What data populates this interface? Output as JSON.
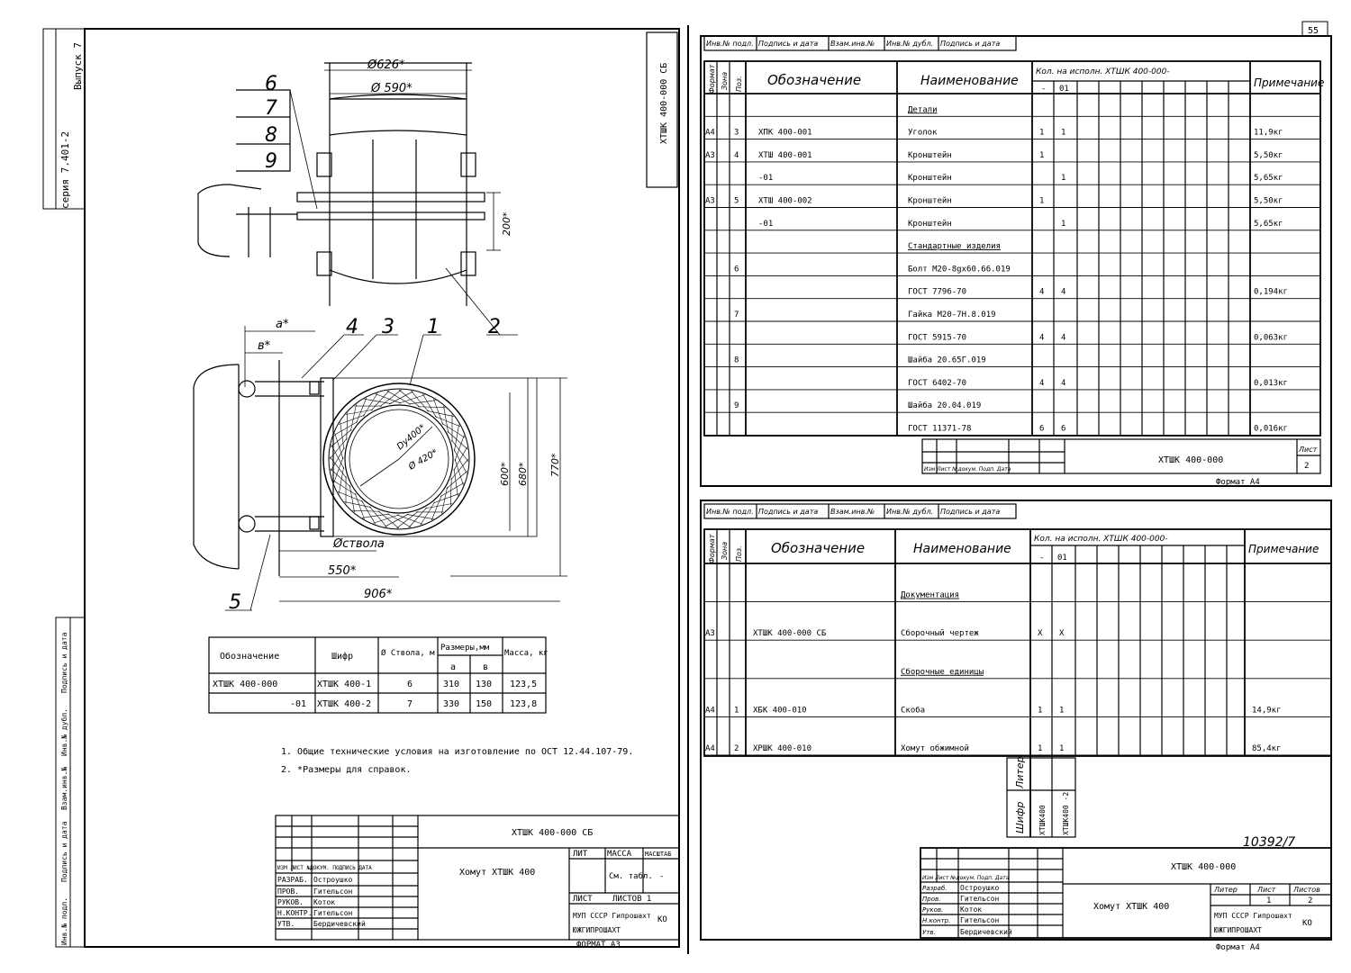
{
  "sheet_number": "55",
  "series_label": "серия 7.401-2",
  "issue_label": "Выпуск 7",
  "drawing": {
    "code_vertical": "ХТШК 400-000 СБ",
    "dim_626": "Ø626*",
    "dim_590": "Ø 590*",
    "dim_200": "200*",
    "dim_a": "a*",
    "dim_b": "в*",
    "dim_dy": "Dy400*",
    "dim_420": "Ø 420*",
    "dim_600": "600*",
    "dim_680": "680*",
    "dim_770": "770*",
    "dim_550": "550*",
    "dim_906": "906*",
    "dim_stvola": "Øствола",
    "pos_6": "6",
    "pos_7": "7",
    "pos_8": "8",
    "pos_9": "9",
    "pos_4": "4",
    "pos_3": "3",
    "pos_1": "1",
    "pos_2": "2",
    "pos_5": "5"
  },
  "size_table": {
    "headers": [
      "Обозначение",
      "Шифр",
      "Ø Ствола, м",
      "Размеры,мм",
      "a",
      "в",
      "Масса, кг"
    ],
    "rows": [
      [
        "ХТШК 400-000",
        "ХТШК 400-1",
        "6",
        "310",
        "130",
        "123,5"
      ],
      [
        "-01",
        "ХТШК 400-2",
        "7",
        "330",
        "150",
        "123,8"
      ]
    ]
  },
  "notes": [
    "1. Общие технические условия на изготовление по ОСТ 12.44.107-79.",
    "2. *Размеры для справок."
  ],
  "stamp_left": {
    "code": "ХТШК 400-000 СБ",
    "title": "Хомут ХТШК 400",
    "lit": "ЛИТ",
    "mass": "МАССА",
    "scale": "МАСШТАБ",
    "mass_val": "См. табл.",
    "scale_val": "-",
    "list": "ЛИСТ",
    "listov": "ЛИСТОВ 1",
    "org": "МУП СССР Гипрошахт",
    "org2": "ЮЖГИПРОШАХТ",
    "ko": "КО",
    "format": "ФОРМАТ А3",
    "roles": [
      "ИЗМ ЛИСТ №ДОКУМ. ПОДПИСЬ ДАТА",
      "РАЗРАБ.",
      "ПРОВ.",
      "РУКОВ.",
      "Н.КОНТР.",
      "УТВ."
    ],
    "names": [
      "Остроушко",
      "Гительсон",
      "Коток",
      "Гительсон",
      "Бердичевский"
    ]
  },
  "left_margin_labels": [
    "Инв.№ подл.",
    "Подпись и дата",
    "Взам.инв.№",
    "Инв.№ дубл.",
    "Подпись и дата"
  ],
  "spec1": {
    "top_labels": [
      "Инв.№ подл.",
      "Подпись и дата",
      "Взам.инв.№",
      "Инв.№ дубл.",
      "Подпись и дата"
    ],
    "h_format": "Формат",
    "h_zone": "Зона",
    "h_pos": "Поз.",
    "h_designation": "Обозначение",
    "h_name": "Наименование",
    "h_qty": "Кол. на исполн. ХТШК 400-000-",
    "h_dash": "-",
    "h_01": "01",
    "h_note": "Примечание",
    "rows": [
      {
        "fmt": "",
        "pos": "",
        "des": "",
        "name": "Детали",
        "q1": "",
        "q2": "",
        "note": ""
      },
      {
        "fmt": "А4",
        "pos": "3",
        "des": "ХПК 400-001",
        "name": "Уголок",
        "q1": "1",
        "q2": "1",
        "note": "11,9кг"
      },
      {
        "fmt": "А3",
        "pos": "4",
        "des": "ХТШ 400-001",
        "name": "Кронштейн",
        "q1": "1",
        "q2": "",
        "note": "5,50кг"
      },
      {
        "fmt": "",
        "pos": "",
        "des": "-01",
        "name": "Кронштейн",
        "q1": "",
        "q2": "1",
        "note": "5,65кг"
      },
      {
        "fmt": "А3",
        "pos": "5",
        "des": "ХТШ 400-002",
        "name": "Кронштейн",
        "q1": "1",
        "q2": "",
        "note": "5,50кг"
      },
      {
        "fmt": "",
        "pos": "",
        "des": "-01",
        "name": "Кронштейн",
        "q1": "",
        "q2": "1",
        "note": "5,65кг"
      },
      {
        "fmt": "",
        "pos": "",
        "des": "",
        "name": "Стандартные изделия",
        "q1": "",
        "q2": "",
        "note": ""
      },
      {
        "fmt": "",
        "pos": "6",
        "des": "",
        "name": "Болт М20-8gx60.66.019",
        "q1": "",
        "q2": "",
        "note": ""
      },
      {
        "fmt": "",
        "pos": "",
        "des": "",
        "name": "ГОСТ 7796-70",
        "q1": "4",
        "q2": "4",
        "note": "0,194кг"
      },
      {
        "fmt": "",
        "pos": "7",
        "des": "",
        "name": "Гайка М20-7Н.8.019",
        "q1": "",
        "q2": "",
        "note": ""
      },
      {
        "fmt": "",
        "pos": "",
        "des": "",
        "name": "ГОСТ 5915-70",
        "q1": "4",
        "q2": "4",
        "note": "0,063кг"
      },
      {
        "fmt": "",
        "pos": "8",
        "des": "",
        "name": "Шайба 20.65Г.019",
        "q1": "",
        "q2": "",
        "note": ""
      },
      {
        "fmt": "",
        "pos": "",
        "des": "",
        "name": "ГОСТ 6402-70",
        "q1": "4",
        "q2": "4",
        "note": "0,013кг"
      },
      {
        "fmt": "",
        "pos": "9",
        "des": "",
        "name": "Шайба 20.04.019",
        "q1": "",
        "q2": "",
        "note": ""
      },
      {
        "fmt": "",
        "pos": "",
        "des": "",
        "name": "ГОСТ 11371-78",
        "q1": "6",
        "q2": "6",
        "note": "0,016кг"
      }
    ],
    "stamp_code": "ХТШК 400-000",
    "stamp_sheet_label": "Лист",
    "stamp_sheet": "2",
    "stamp_cols": "Изм Лист №докум. Подп. Дата",
    "format": "Формат А4"
  },
  "spec2": {
    "top_labels": [
      "Инв.№ подл.",
      "Подпись и дата",
      "Взам.инв.№",
      "Инв.№ дубл.",
      "Подпись и дата"
    ],
    "h_format": "Формат",
    "h_zone": "Зона",
    "h_pos": "Поз.",
    "h_designation": "Обозначение",
    "h_name": "Наименование",
    "h_qty": "Кол. на исполн. ХТШК 400-000-",
    "h_dash": "-",
    "h_01": "01",
    "h_note": "Примечание",
    "rows": [
      {
        "fmt": "",
        "pos": "",
        "des": "",
        "name": "Документация",
        "q1": "",
        "q2": "",
        "note": ""
      },
      {
        "fmt": "А3",
        "pos": "",
        "des": "ХТШК 400-000 СБ",
        "name": "Сборочный чертеж",
        "q1": "Х",
        "q2": "Х",
        "note": ""
      },
      {
        "fmt": "",
        "pos": "",
        "des": "",
        "name": "Сборочные единицы",
        "q1": "",
        "q2": "",
        "note": ""
      },
      {
        "fmt": "А4",
        "pos": "1",
        "des": "ХБК 400-010",
        "name": "Скоба",
        "q1": "1",
        "q2": "1",
        "note": "14,9кг"
      },
      {
        "fmt": "А4",
        "pos": "2",
        "des": "ХРШК 400-010",
        "name": "Хомут обжимной",
        "q1": "1",
        "q2": "1",
        "note": "85,4кг"
      }
    ],
    "shifr_label": "Шифр",
    "liter_label": "Литер",
    "shifr1": "ХТШК400",
    "shifr2": "ХТШК400 -2",
    "archive_no": "10392/7",
    "stamp_code": "ХТШК 400-000",
    "stamp_title": "Хомут ХТШК 400",
    "stamp_liter": "Литер",
    "stamp_list": "Лист",
    "stamp_listov": "Листов",
    "stamp_list_val": "1",
    "stamp_listov_val": "2",
    "roles": [
      "Разраб.",
      "Пров.",
      "Руков.",
      "Н.контр.",
      "Утв."
    ],
    "names": [
      "Остроушко",
      "Гительсон",
      "Коток",
      "Гительсон",
      "Бердичевский"
    ],
    "stamp_cols": "Изм Лист №докум. Подп. Дата",
    "org": "МУП СССР Гипрошахт",
    "org2": "ЮЖГИПРОШАХТ",
    "ko": "КО",
    "format": "Формат А4"
  }
}
